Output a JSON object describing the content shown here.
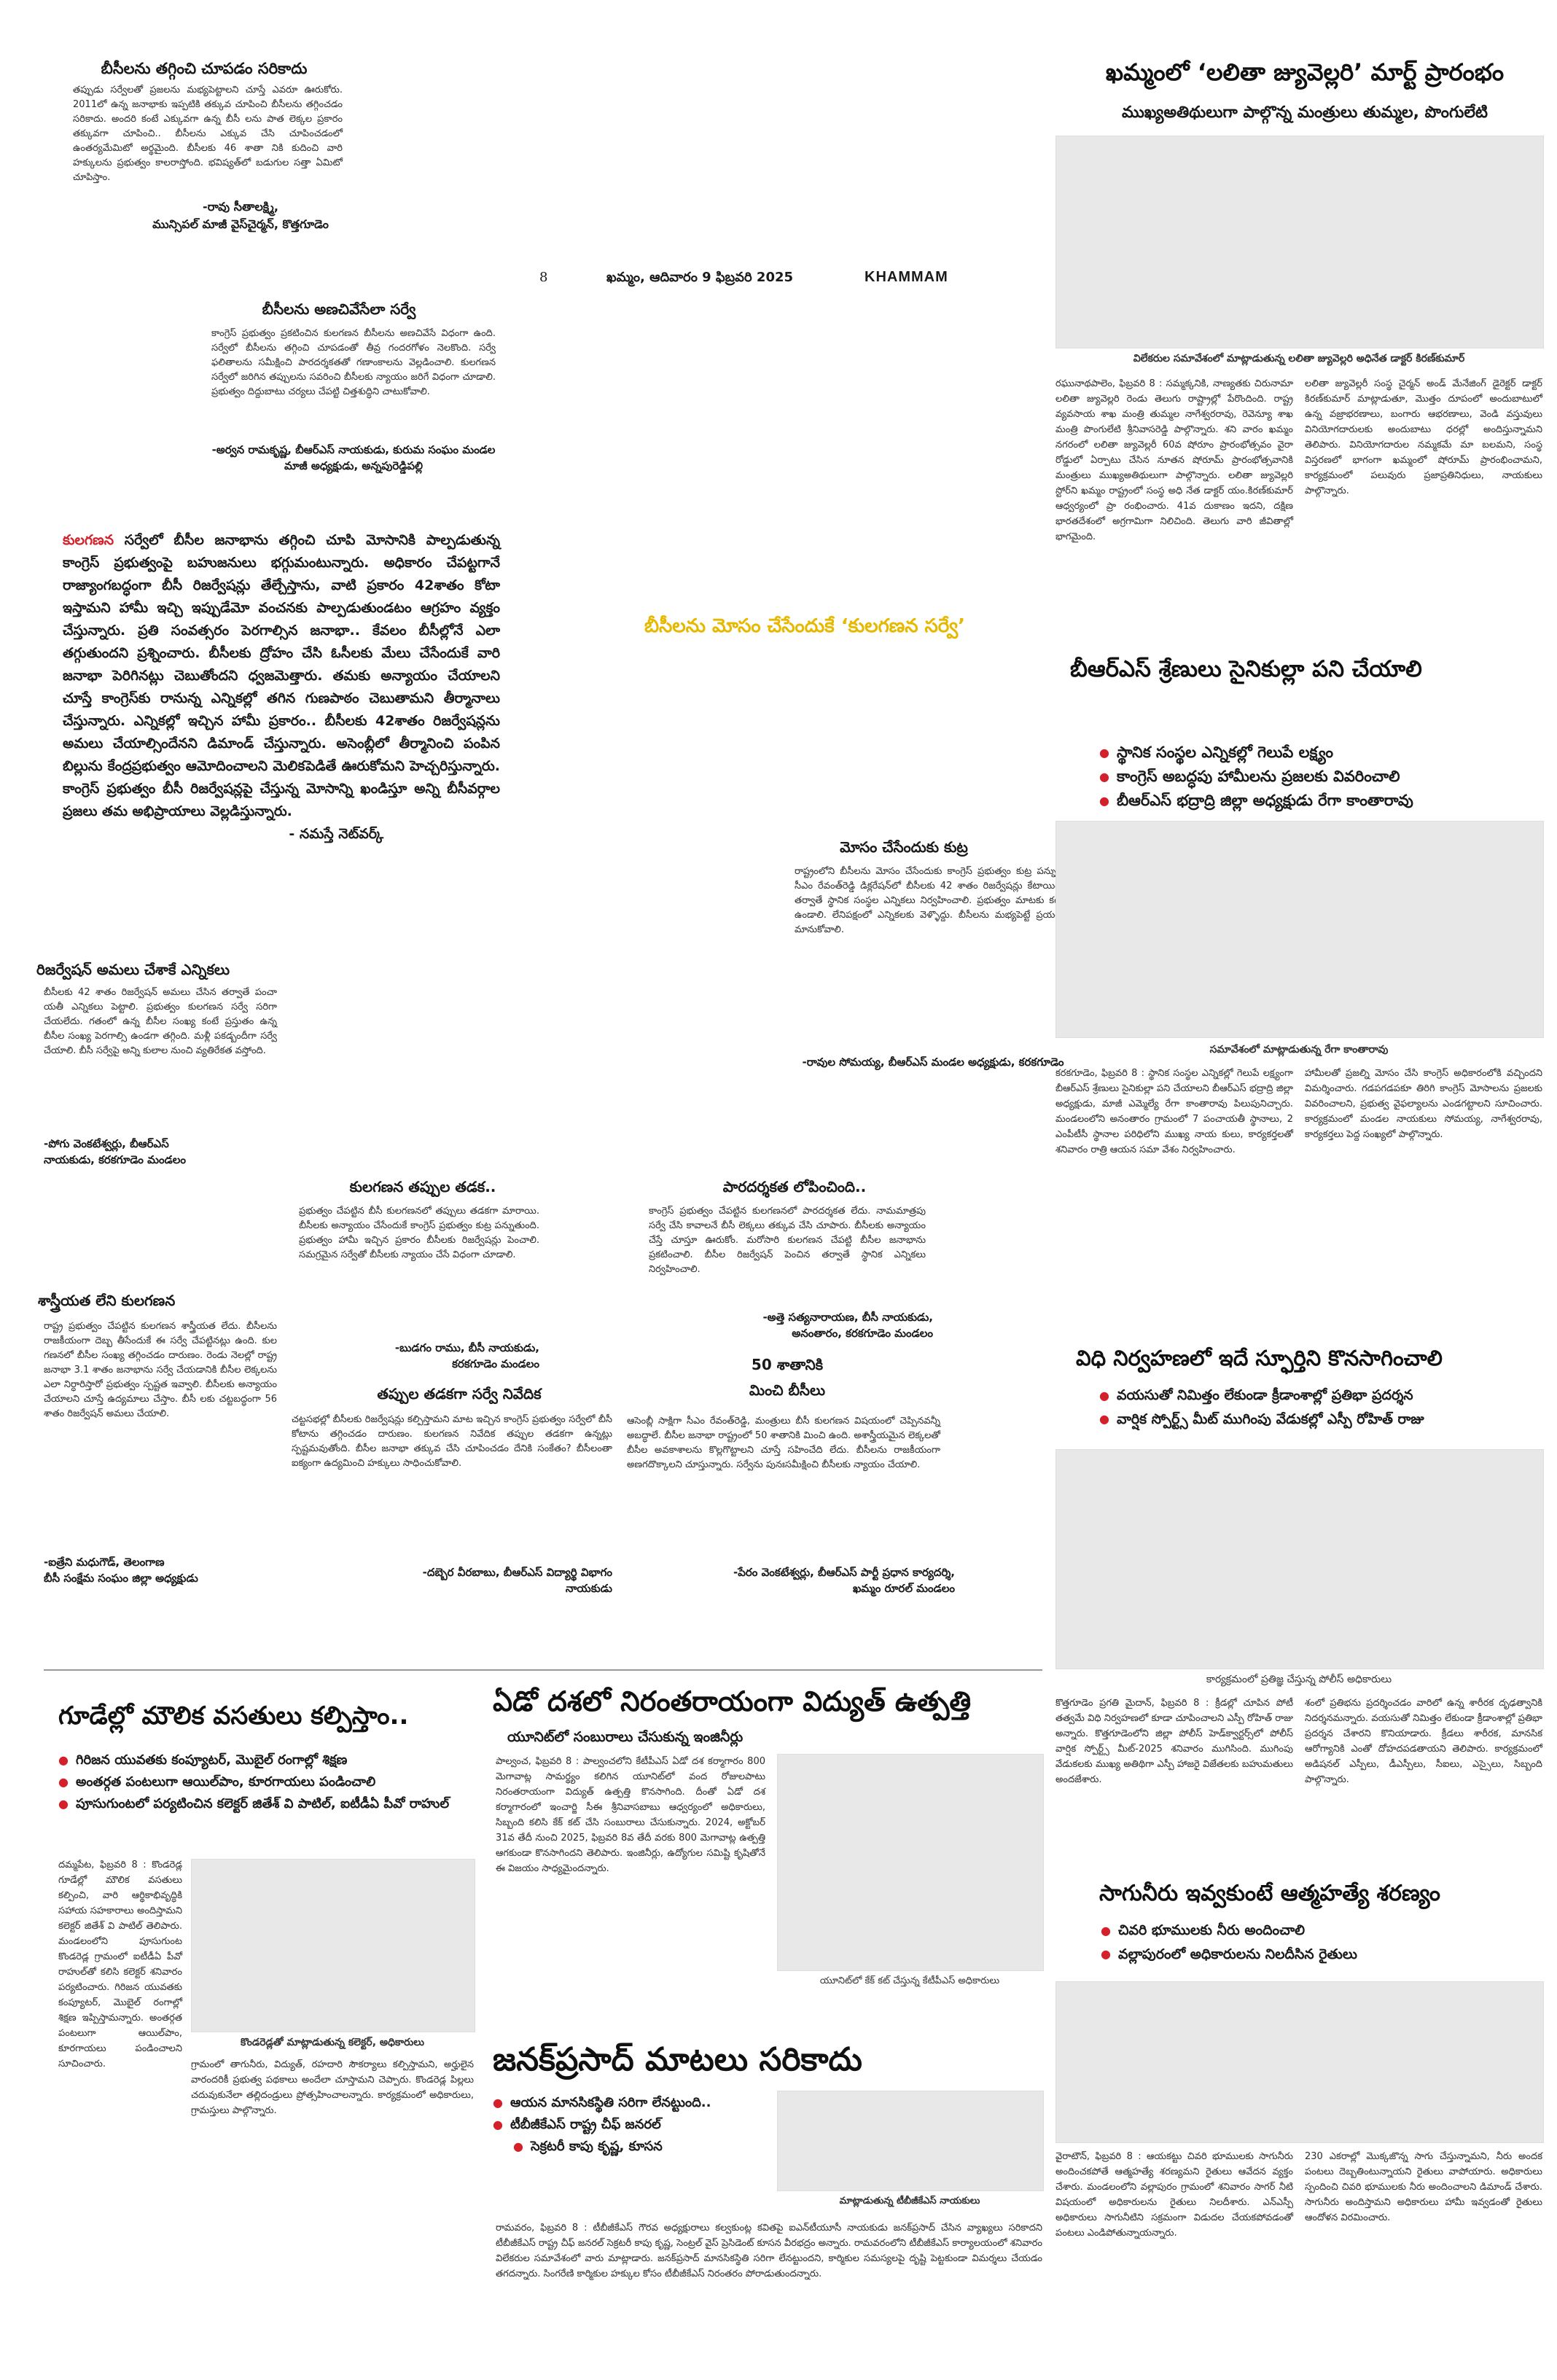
{
  "header": {
    "page_no": "8",
    "dateline": "ఖమ్మం, ఆదివారం 9 ఫిబ్రవరి 2025",
    "section": "KHAMMAM"
  },
  "lalitha": {
    "headline": "ఖమ్మంలో ‘లలితా జ్యువెల్లరి’ మార్ట్ ప్రారంభం",
    "subhead": "ముఖ్యఅతిథులుగా పాల్గొన్న మంత్రులు తుమ్మల, పొంగులేటి",
    "caption": "విలేకరుల సమావేశంలో మాట్లాడుతున్న లలితా జ్యువెల్లరి అధినేత డాక్టర్ కిరణ్‌కుమార్",
    "col1": "రఘునాథపాలెం, ఫిబ్రవరి 8 : సమ్మక్కనికి, నాణ్యతకు చిరునామా లలితా జ్యువెల్లరి రెండు తెలుగు రాష్ట్రాల్లో పేరొందింది. రాష్ట్ర వ్యవసాయ శాఖ మంత్రి తుమ్మల నాగేశ్వరరావు, రెవెన్యూ శాఖ మంత్రి పొంగులేటి శ్రీనివాసరెడ్డి పాల్గొన్నారు. శని వారం ఖమ్మం నగరంలో లలితా జ్యువెల్లరీ 60వ షోరూం ప్రారంభోత్సవం వైరా రోడ్డులో ఏర్పాటు చేసిన నూతన షోరూమ్ ప్రారంభోత్సవానికి మంత్రులు ముఖ్యఅతిథులుగా పాల్గొన్నారు. లలితా జ్యువెల్లరి స్టోర్‌ని ఖమ్మం రాష్ట్రంలో సంస్థ అధి నేత డాక్టర్ యం.కిరణ్‌కుమార్ ఆధ్వర్యంలో ప్రా రంభించారు. 41వ దుకాణం ఇదని, దక్షిణ భారతదేశంలో అగ్రగామిగా నిలిచింది. తెలుగు వారి జీవితాల్లో భాగమైంది.",
    "col2": "లలితా జ్యువెల్లరీ సంస్థ చైర్మన్ అండ్ మేనేజింగ్ డైరెక్టర్ డాక్టర్ కిరణ్‌కుమార్ మాట్లాడుతూ, మొత్తం దూపంలో అందుబాటులో ఉన్న వజ్రాభరణాలు, బంగారు ఆభరణాలు, వెండి వస్తువులు వినియోగదారులకు అందుబాటు ధరల్లో అందిస్తున్నామని తెలిపారు. వినియోగదారుల నమ్మకమే మా బలమని, సంస్థ విస్తరణలో భాగంగా ఖమ్మంలో షోరూమ్ ప్రారంభించామని, కార్యక్రమంలో పలువురు ప్రజాప్రతినిధులు, నాయకులు పాల్గొన్నారు."
  },
  "brs": {
    "headline": "బీఆర్‌ఎస్ శ్రేణులు సైనికుల్లా పని చేయాలి",
    "bullets": [
      "స్థానిక సంస్థల ఎన్నికల్లో గెలుపే లక్ష్యం",
      "కాంగ్రెస్ అబద్ధపు హామీలను ప్రజలకు వివరించాలి",
      "బీఆర్‌ఎస్ భద్రాద్రి జిల్లా అధ్యక్షుడు రేగా కాంతారావు"
    ],
    "caption": "సమావేశంలో మాట్లాడుతున్న రేగా కాంతారావు",
    "col1": "కరకగూడెం, ఫిబ్రవరి 8 : స్థానిక సంస్థల ఎన్నికల్లో గెలుపే లక్ష్యంగా బీఆర్‌ఎస్ శ్రేణులు సైనికుల్లా పని చేయాలని బీఆర్‌ఎస్ భద్రాద్రి జిల్లా అధ్యక్షుడు, మాజీ ఎమ్మెల్యే రేగా కాంతారావు పిలుపునిచ్చారు. మండలంలోని అనంతారం గ్రామంలో 7 పంచాయతీ స్థానాలు, 2 ఎంపీటీసీ స్థానాల పరిధిలోని ముఖ్య నాయ కులు, కార్యకర్తలతో శనివారం రాత్రి ఆయన సమా వేశం నిర్వహించారు.",
    "col2": "హామీలతో ప్రజల్ని మోసం చేసి కాంగ్రెస్ అధికారంలోకి వచ్చిందని విమర్శించారు. గడపగడపకూ తిరిగి కాంగ్రెస్ మోసాలను ప్రజలకు వివరించాలని, ప్రభుత్వ వైఫల్యాలను ఎండగట్టాలని సూచించారు. కార్యక్రమంలో మండల నాయకులు సోమయ్య, నాగేశ్వరరావు, కార్యకర్తలు పెద్ద సంఖ్యలో పాల్గొన్నారు."
  },
  "vidhi": {
    "headline": "విధి నిర్వహణలో ఇదే స్ఫూర్తిని కొనసాగించాలి",
    "bullets": [
      "వయసుతో నిమిత్తం లేకుండా క్రీడాంశాల్లో ప్రతిభా ప్రదర్శన",
      "వార్షిక స్పోర్ట్స్ మీట్ ముగింపు వేడుకల్లో ఎస్పీ రోహిత్ రాజు"
    ]
  },
  "letters": {
    "top": {
      "title": "బీసీలను తగ్గించి చూపడం సరికాదు",
      "body": "తప్పుడు సర్వేలతో ప్రజలను మభ్యపెట్టాలని చూస్తే ఎవరూ ఊరుకోరు. 2011లో ఉన్న జనాభాకు ఇప్పటికి తక్కువ చూపించి బీసీలను తగ్గించడం సరికాదు. అందరి కంటే ఎక్కువగా ఉన్న బీసీ లను పాత లెక్కల ప్రకారం తక్కువగా చూపించి.. బీసీలను ఎక్కువ చేసి చూపించడంలో ఉంతర్యమేమిటో అర్థమైంది. బీసీలకు 46 శాతా నికి కుదించి వారి హక్కులను ప్రభుత్వం కాలరాస్తోంది. భవిష్యత్‌లో బడుగుల సత్తా ఏమిటో చూపిస్తాం.",
      "sign1": "-రావు సీతాలక్ష్మి,",
      "sign2": "మున్సిపల్ మాజీ వైస్‌చైర్మన్, కొత్తగూడెం"
    },
    "anachi": {
      "title": "బీసీలను అణచివేసేలా సర్వే",
      "body": "కాంగ్రెస్ ప్రభుత్వం ప్రకటించిన కులగణన బీసీలను అణచివేసే విధంగా ఉంది. సర్వేలో బీసీలను తగ్గించి చూపడంతో తీవ్ర గందరగోళం నెలకొంది. సర్వే ఫలితాలను సమీక్షించి పారదర్శకతతో గణాంకాలను వెల్లడించాలి. కులగణన సర్వేలో జరిగిన తప్పులను సవరించి బీసీలకు న్యాయం జరిగే విధంగా చూడాలి. ప్రభుత్వం దిద్దుబాటు చర్యలు చేపట్టి చిత్తశుద్ధిని చాటుకోవాలి.",
      "sign": "-అర్వన రామకృష్ణ, బీఆర్‌ఎస్ నాయకుడు, కురుమ సంఘం మండల మాజీ అధ్యక్షుడు, అన్నపురెడ్డిపల్లి"
    },
    "kulaganana": {
      "lead": "కులగణన",
      "body": "సర్వేలో బీసీల జనాభాను తగ్గించి చూపి మోసానికి పాల్పడుతున్న కాంగ్రెస్ ప్రభుత్వంపై బహుజనులు భగ్గుమంటున్నారు. అధికారం చేపట్టగానే రాజ్యాంగబద్ధంగా బీసీ రిజర్వేషన్లు తేల్చేస్తాను, వాటి ప్రకారం 42శాతం కోటా ఇస్తామని హామీ ఇచ్చి ఇప్పుడేమో వంచనకు పాల్పడుతుండటం ఆగ్రహం వ్యక్తం చేస్తున్నారు. ప్రతి సంవత్సరం పెరగాల్సిన జనాభా.. కేవలం బీసీల్లోనే ఎలా తగ్గుతుందని ప్రశ్నించారు. బీసీలకు ద్రోహం చేసి ఓసీలకు మేలు చేసేందుకే వారి జనాభా పెరిగినట్లు చెబుతోందని ధ్వజమెత్తారు. తమకు అన్యాయం చేయాలని చూస్తే కాంగ్రెస్‌కు రానున్న ఎన్నికల్లో తగిన గుణపాఠం చెబుతామని తీర్మానాలు చేస్తున్నారు. ఎన్నికల్లో ఇచ్చిన హామీ ప్రకారం.. బీసీలకు 42శాతం రిజర్వేషన్లను అమలు చేయాల్సిందేనని డిమాండ్ చేస్తున్నారు. అసెంబ్లీలో తీర్మానించి పంపిన బిల్లును కేంద్రప్రభుత్వం ఆమోదించాలని మెలికపెడితే ఊరుకోమని హెచ్చరిస్తున్నారు. కాంగ్రెస్ ప్రభుత్వం బీసీ రిజర్వేషన్లపై చేస్తున్న మోసాన్ని ఖండిస్తూ అన్ని బీసీవర్గాల ప్రజలు తమ అభిప్రాయాలు వెల్లడిస్తున్నారు.",
      "sign": "- నమస్తే నెట్‌వర్క్"
    },
    "center_quote": "బీసీలను మోసం చేసేందుకే ‘కులగణన సర్వే’",
    "mosam": {
      "title": "మోసం చేసేందుకు కుట్ర",
      "body": "రాష్ట్రంలోని బీసీలను మోసం చేసేందుకు కాంగ్రెస్ ప్రభుత్వం కుట్ర పన్నుతోంది. సీఎం రేవంత్‌రెడ్డి డిక్లరేషన్‌లో బీసీలకు 42 శాతం రిజర్వేషన్లు కేటాయిం చిన తర్వాతే స్థానిక సంస్థల ఎన్నికలు నిర్వహించాలి. ప్రభుత్వం మాటకు కట్టుబడి ఉండాలి. లేనిపక్షంలో ఎన్నికలకు వెళ్ళొద్దు. బీసీలను మభ్యపెట్టే ప్రయత్నాలు మానుకోవాలి.",
      "sign": "-రావుల సోమయ్య, బీఆర్‌ఎస్ మండల అధ్యక్షుడు, కరకగూడెం"
    },
    "rizarvation": {
      "title": "రిజర్వేషన్ అమలు చేశాకే ఎన్నికలు",
      "body": "బీసీలకు 42 శాతం రిజర్వేషన్ అమలు చేసిన తర్వాతే పంచా యతీ ఎన్నికలు పెట్టాలి. ప్రభుత్వం కులగణన సర్వే సరిగా చేయలేదు. గతంలో ఉన్న బీసీల సంఖ్య కంటే ప్రస్తుతం ఉన్న బీసీల సంఖ్య పెరగాల్సి ఉండగా తగ్గింది. మళ్లీ పకడ్బందీగా సర్వే చేయాలి. బీసీ సర్వేపై అన్ని కులాల నుంచి వ్యతిరేకత వస్తోంది.",
      "sign1": "-పోగు వెంకటేశ్వర్లు, బీఆర్‌ఎస్",
      "sign2": "నాయకుడు, కరకగూడెం మండలం"
    },
    "shastriya": {
      "title": "శాస్త్రీయత లేని కులగణన",
      "body": "రాష్ట్ర ప్రభుత్వం చేపట్టిన కులగణన శాస్త్రీయత లేదు. బీసీలను రాజకీయంగా దెబ్బ తీసేందుకే ఈ సర్వే చేపట్టినట్లు ఉంది. కుల గణనలో బీసీల సంఖ్య తగ్గించడం దారుణం. రెండు నెలల్లో రాష్ట్ర జనాభా 3.1 శాతం జనాభాను సర్వే చేయడానికి బీసీల లెక్కలను ఎలా నిర్ధారిస్తారో ప్రభుత్వం స్పష్టత ఇవ్వాలి. బీసీలకు అన్యాయం చేయాలని చూస్తే ఉద్యమాలు చేస్తాం. బీసీ లకు చట్టబద్ధంగా 56 శాతం రిజర్వేషన్ అమలు చేయాలి.",
      "sign1": "-ఐత్రేని మధుగౌడ్, తెలంగాణ",
      "sign2": "బీసీ సంక్షేమ సంఘం జిల్లా అధ్యక్షుడు"
    },
    "tappula": {
      "title": "కులగణన తప్పుల తడక..",
      "body": "ప్రభుత్వం చేపట్టిన బీసీ కులగణనలో తప్పులు తడకగా మారాయి. బీసీలకు అన్యాయం చేసేందుకే కాంగ్రెస్ ప్రభుత్వం కుట్ర పన్నుతుంది. ప్రభుత్వం హామీ ఇచ్చిన ప్రకారం బీసీలకు రిజర్వేషన్లు పెంచాలి. సమగ్రమైన సర్వేతో బీసీలకు న్యాయం చేసే విధంగా చూడాలి.",
      "sign1": "-బుడగం రాము, బీసీ నాయకుడు,",
      "sign2": "కరకగూడెం మండలం"
    },
    "paradarshakata": {
      "title": "పారదర్శకత లోపించింది..",
      "body": "కాంగ్రెస్ ప్రభుత్వం చేపట్టిన కులగణనలో పారదర్శకత లేదు. నామమాత్రపు సర్వే చేసి కావాలనే బీసీ లెక్కలు తక్కువ చేసి చూపారు. బీసీలకు అన్యాయం చేస్తే చూస్తూ ఊరుకోం. మరోసారి కులగణన చేపట్టి బీసీల జనాభాను ప్రకటించాలి. బీసీల రిజర్వేషన్ పెంచిన తర్వాతే స్థానిక ఎన్నికలు నిర్వహించాలి.",
      "sign1": "-అత్తె సత్యనారాయణ, బీసీ నాయకుడు,",
      "sign2": "అనంతారం, కరకగూడెం మండలం"
    },
    "nivedika": {
      "title": "తప్పుల తడకగా సర్వే నివేదిక",
      "body": "చట్టసభల్లో బీసీలకు రిజర్వేషన్లు కల్పిస్తామని మాట ఇచ్చిన కాంగ్రెస్ ప్రభుత్వం సర్వేలో బీసీ కోటాను తగ్గించడం దారుణం. కులగణన నివేదిక తప్పుల తడకగా ఉన్నట్లు స్పష్టమవుతోంది. బీసీల జనాభా తక్కువ చేసి చూపించడం దేనికి సంకేతం? బీసీలంతా ఐక్యంగా ఉద్యమించి హక్కులు సాధించుకోవాలి.",
      "sign1": "-దబ్బెర వీరబాబు, బీఆర్‌ఎస్ విద్యార్థి విభాగం",
      "sign2": "నాయకుడు"
    },
    "yabhai": {
      "title1": "50 శాతానికి",
      "title2": "మించి బీసీలు",
      "body": "ఆసెంబ్లీ సాక్షిగా సీఎం రేవంత్‌రెడ్డి, మంత్రులు బీసీ కులగణన విషయంలో చెప్పినవన్నీ అబద్ధాలే. బీసీల జనాభా రాష్ట్రంలో 50 శాతానికి మించి ఉంది. అశాస్త్రీయమైన లెక్కలతో బీసీల అవకాశాలను కొల్లగొట్టాలని చూస్తే సహించేది లేదు. బీసీలను రాజకీయంగా అణగదొక్కాలని చూస్తున్నారు. సర్వేను పునఃసమీక్షించి బీసీలకు న్యాయం చేయాలి.",
      "sign1": "-పేరం వెంకటేశ్వర్లు, బీఆర్‌ఎస్ పార్టీ ప్రధాన కార్యదర్శి,",
      "sign2": "ఖమ్మం రూరల్ మండలం"
    }
  },
  "vidyut": {
    "headline": "ఏడో దశలో నిరంతరాయంగా విద్యుత్ ఉత్పత్తి",
    "subhead": "యూనిట్‌లో సంబురాలు చేసుకున్న ఇంజినీర్లు",
    "body": "పాల్వంచ, ఫిబ్రవరి 8 : పాల్వంచలోని కేటీపీఎస్ ఏడో దశ కర్మాగారం 800 మెగావాట్ల సామర్థ్యం కలిగిన యూనిట్‌లో వంద రోజులపాటు నిరంతరాయంగా విద్యుత్ ఉత్పత్తి కొనసాగింది. దీంతో ఏడో దశ కర్మాగారంలో ఇంచార్జి సీఈ శ్రీనివాసబాబు ఆధ్వర్యంలో అధికారులు, సిబ్బంది కలిసి కేక్ కట్ చేసి సంబురాలు చేసుకున్నారు. 2024, అక్టోబర్ 31వ తేదీ నుంచి 2025, ఫిబ్రవరి 8వ తేదీ వరకు 800 మెగావాట్ల ఉత్పత్తి ఆగకుండా కొనసాగిందని తెలిపారు. ఇంజినీర్లు, ఉద్యోగుల సమిష్టి కృషితోనే ఈ విజయం సాధ్యమైందన్నారు.",
    "caption": "యూనిట్‌లో కేక్ కట్ చేస్తున్న కేటీపీఎస్ అధికారులు"
  },
  "gudem": {
    "headline": "గూడేల్లో మౌలిక వసతులు కల్పిస్తాం..",
    "bullets": [
      "గిరిజన యువతకు కంప్యూటర్, మొబైల్ రంగాల్లో శిక్షణ",
      "అంతర్గత పంటలుగా ఆయిల్‌పాం, కూరగాయలు పండించాలి",
      "పూసుగుంటలో పర్యటించిన కలెక్టర్ జితేశ్ వి పాటిల్, ఐటీడీఏ పీవో రాహుల్"
    ],
    "body": "దమ్మపేట, ఫిబ్రవరి 8 : కొండరెడ్ల గూడేల్లో మౌలిక వసతులు కల్పించి, వారి ఆర్థికాభివృద్ధికి సహాయ సహకారాలు అందిస్తామని కలెక్టర్ జితేశ్ వి పాటిల్ తెలిపారు. మండలంలోని పూసుగుంట కొండరెడ్ల గ్రామంలో ఐటీడీఏ పీవో రాహుల్‌తో కలిసి కలెక్టర్ శనివారం పర్యటించారు. గిరిజన యువతకు కంప్యూటర్, మొబైల్ రంగాల్లో శిక్షణ ఇప్పిస్తామన్నారు. అంతర్గత పంటలుగా ఆయిల్‌పాం, కూరగాయలు పండించాలని సూచించారు.",
    "caption": "కొండరెడ్లతో మాట్లాడుతున్న కలెక్టర్, అధికారులు",
    "body2": "గ్రామంలో తాగునీరు, విద్యుత్, రహదారి సౌకర్యాలు కల్పిస్తామని, అర్హులైన వారందరికీ ప్రభుత్వ పథకాలు అందేలా చూస్తామని చెప్పారు. కొండరెడ్ల పిల్లలు చదువుకునేలా తల్లిదండ్రులు ప్రోత్సహించాలన్నారు. కార్యక్రమంలో అధికారులు, గ్రామస్తులు పాల్గొన్నారు."
  },
  "janak": {
    "headline": "జనక్‌ప్రసాద్ మాటలు సరికాదు",
    "bullets": [
      "ఆయన మానసికస్థితి సరిగా లేనట్టుంది..",
      "టీబీజీకేఎస్ రాష్ట్ర చీఫ్ జనరల్",
      "సెక్రటరీ కాపు కృష్ణ, కూసన"
    ],
    "caption": "మాట్లాడుతున్న టీబీజీకేఎస్ నాయకులు",
    "body": "రామవరం, ఫిబ్రవరి 8 : టీబీజీకేఎస్ గౌరవ అధ్యక్షురాలు కల్వకుంట్ల కవితపై ఐఎన్‌టీయూసీ నాయకుడు జనక్‌ప్రసాద్ చేసిన వ్యాఖ్యలు సరికాదని టీబీజీకేఎస్ రాష్ట్ర చీఫ్ జనరల్ సెక్రటరీ కాపు కృష్ణ, సెంట్రల్ వైస్ ప్రెసిడెంట్ కూసన వీరభద్రం అన్నారు. రామవరంలోని టీబీజీకేఎస్ కార్యాలయంలో శనివారం విలేకరుల సమావేశంలో వారు మాట్లాడారు. జనక్‌ప్రసాద్ మానసికస్థితి సరిగా లేనట్టుందని, కార్మికుల సమస్యలపై దృష్టి పెట్టకుండా విమర్శలు చేయడం తగదన్నారు. సింగరేణి కార్మికుల హక్కుల కోసం టీబీజీకేఎస్ నిరంతరం పోరాడుతుందన్నారు."
  },
  "police": {
    "caption": "కార్యక్రమంలో ప్రతిజ్ఞ చేస్తున్న పోలీస్ అధికారులు",
    "col1": "కొత్తగూడెం ప్రగతి మైదాన్, ఫిబ్రవరి 8 : క్రీడల్లో చూపిన పోటీ తత్వమే విధి నిర్వహణలో కూడా చూపించాలని ఎస్పీ రోహిత్ రాజు అన్నారు. కొత్తగూడెంలోని జిల్లా పోలీస్ హెడ్‌క్వార్టర్స్‌లో పోలీస్ వార్షిక స్పోర్ట్స్ మీట్-2025 శనివారం ముగిసింది. ముగింపు వేడుకలకు ముఖ్య అతిథిగా ఎస్పీ హాజరై విజేతలకు బహుమతులు అందజేశారు.",
    "col2": "శంలో ప్రతిభను ప్రదర్శించడం వారిలో ఉన్న శారీరక దృఢత్వానికి నిదర్శనమన్నారు. వయసుతో నిమిత్తం లేకుండా క్రీడాంశాల్లో ప్రతిభా ప్రదర్శన చేశారని కొనియాడారు. క్రీడలు శారీరక, మానసిక ఆరోగ్యానికి ఎంతో దోహదపడతాయని తెలిపారు. కార్యక్రమంలో అడిషనల్ ఎస్పీలు, డీఎస్పీలు, సీఐలు, ఎస్సైలు, సిబ్బంది పాల్గొన్నారు."
  },
  "saguneeru": {
    "headline": "సాగునీరు ఇవ్వకుంటే ఆత్మహత్యే శరణ్యం",
    "bullets": [
      "చివరి భూములకు నీరు అందించాలి",
      "వల్లాపురంలో అధికారులను నిలదీసిన రైతులు"
    ],
    "col1": "వైరాటౌన్, ఫిబ్రవరి 8 : ఆయకట్టు చివరి భూములకు సాగునీరు అందించకపోతే ఆత్మహత్యే శరణ్యమని రైతులు ఆవేదన వ్యక్తం చేశారు. మండలంలోని వల్లాపురం గ్రామంలో శనివారం సాగర్ నీటి విషయంలో అధికారులను రైతులు నిలదీశారు. ఎన్‌ఎస్పీ అధికారులు సాగునీటిని సక్రమంగా విడుదల చేయకపోవడంతో పంటలు ఎండిపోతున్నాయన్నారు.",
    "col2": "230 ఎకరాల్లో మొక్కజొన్న సాగు చేస్తున్నామని, నీరు అందక పంటలు దెబ్బతింటున్నాయని రైతులు వాపోయారు. అధికారులు స్పందించి చివరి భూములకు నీరు అందించాలని డిమాండ్ చేశారు. సాగునీరు అందిస్తామని అధికారులు హామీ ఇవ్వడంతో రైతులు ఆందోళన విరమించారు."
  }
}
